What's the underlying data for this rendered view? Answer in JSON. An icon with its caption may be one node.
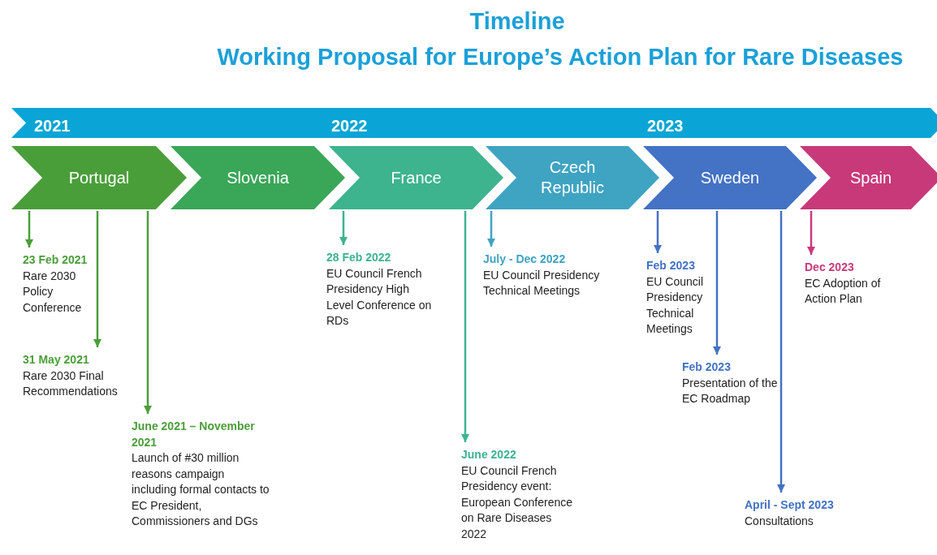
{
  "diagram": {
    "title": "Timeline",
    "nodes": [
      {
        "text": [
          "2021",
          "2022",
          "2023"
        ]
      },
      {
        "text": [
          "Portugal"
        ]
      },
      {
        "text": [
          "Slovenia"
        ]
      },
      {
        "text": [
          "France"
        ]
      },
      {
        "text": [
          "Czech Republic"
        ]
      },
      {
        "text": [
          "Sweden"
        ]
      },
      {
        "text": [
          "Spain"
        ]
      },
      {
        "text": [
          "23 Feb 2021",
          "Rare 2030 Policy Conference"
        ]
      },
      {
        "text": [
          "31 May 2021",
          "Rare 2030 Final Recommendations"
        ]
      },
      {
        "text": [
          "June 2021 – November 2021",
          "Launch of #30 million reasons campaign including formal contacts to EC President, Commissioners and DGs"
        ]
      },
      {
        "text": [
          "28 Feb 2022",
          "EU Council French Presidency High Level Conference on RDs"
        ]
      },
      {
        "text": [
          "June 2022",
          "EU Council French Presidency event: European Conference on Rare Diseases 2022"
        ]
      },
      {
        "text": [
          "July - Dec 2022",
          "EU Council Presidency Technical Meetings"
        ]
      },
      {
        "text": [
          "Feb 2023",
          "EU Council Presidency Technical Meetings"
        ]
      },
      {
        "text": [
          "Feb 2023",
          "Presentation of the EC Roadmap"
        ]
      },
      {
        "text": [
          "April - Sept 2023",
          "Consultations"
        ]
      },
      {
        "text": [
          "Dec 2023",
          "EC Adoption of Action Plan"
        ]
      }
    ],
    "edges": [
      {
        "from": 1,
        "to": 7,
        "arrow": "to",
        "color": "#4a9e3a"
      },
      {
        "from": 1,
        "to": 8,
        "arrow": "to",
        "color": "#4a9e3a"
      },
      {
        "from": 1,
        "to": 9,
        "arrow": "to",
        "color": "#4a9e3a"
      },
      {
        "from": 3,
        "to": 10,
        "arrow": "to",
        "color": "#3db38e"
      },
      {
        "from": 3,
        "to": 11,
        "arrow": "to",
        "color": "#3db38e"
      },
      {
        "from": 4,
        "to": 12,
        "arrow": "to",
        "color": "#3fa3c2"
      },
      {
        "from": 5,
        "to": 13,
        "arrow": "to",
        "color": "#4472c4"
      },
      {
        "from": 5,
        "to": 14,
        "arrow": "to",
        "color": "#4472c4"
      },
      {
        "from": 5,
        "to": 15,
        "arrow": "to",
        "color": "#4472c4"
      },
      {
        "from": 6,
        "to": 16,
        "arrow": "to",
        "color": "#c8397a"
      }
    ],
    "labels": [
      "Working Proposal for Europe’s Action Plan for Rare Diseases"
    ]
  }
}
